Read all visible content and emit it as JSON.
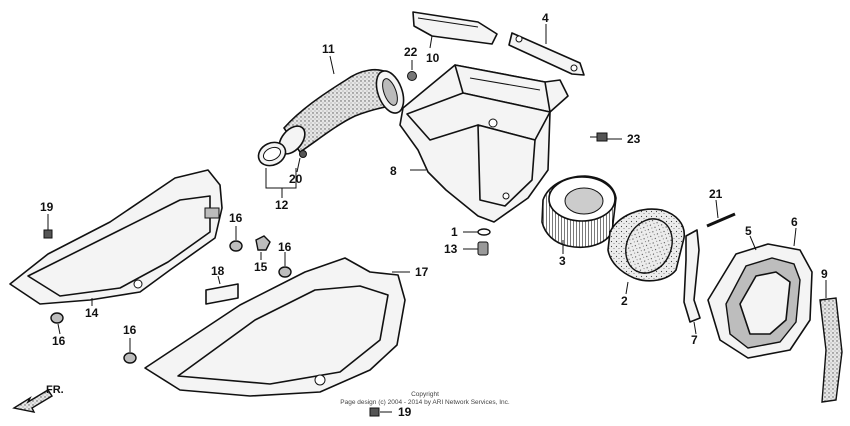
{
  "callouts": {
    "c1": "1",
    "c2": "2",
    "c3": "3",
    "c4": "4",
    "c5": "5",
    "c6": "6",
    "c7": "7",
    "c8": "8",
    "c9": "9",
    "c10": "10",
    "c11": "11",
    "c12": "12",
    "c13": "13",
    "c14": "14",
    "c15": "15",
    "c16a": "16",
    "c16b": "16",
    "c16c": "16",
    "c16d": "16",
    "c17": "17",
    "c18": "18",
    "c19a": "19",
    "c19b": "19",
    "c20": "20",
    "c21": "21",
    "c22": "22",
    "c23": "23"
  },
  "direction": {
    "label": "FR."
  },
  "copyright": {
    "line1": "Copyright",
    "line2": "Page design (c) 2004 - 2014 by ARI Network Services, Inc."
  }
}
